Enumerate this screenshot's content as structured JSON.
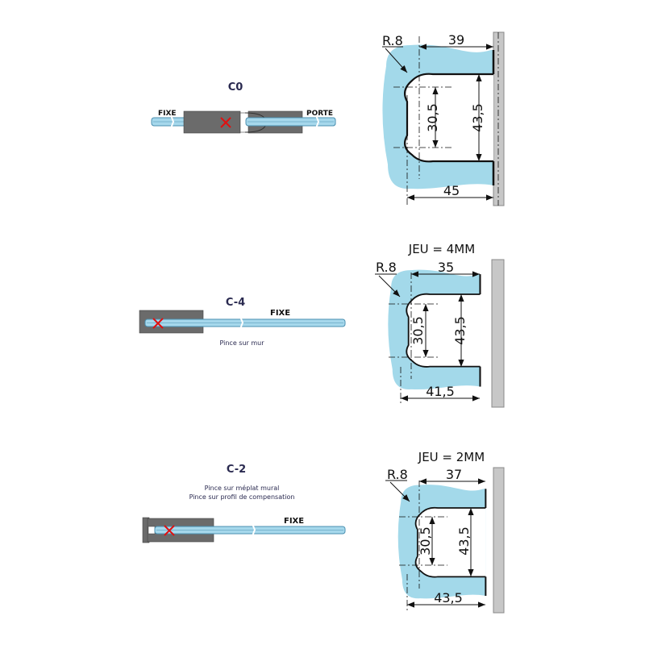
{
  "sections": [
    {
      "title": "C0",
      "left_label": "FIXE",
      "right_label": "PORTE",
      "profile": {
        "radius": "R.8",
        "top_dim": "39",
        "bottom_dim": "45",
        "inner_dim": "30,5",
        "outer_dim": "43,5"
      }
    },
    {
      "title": "C-4",
      "label": "FIXE",
      "caption": "Pince sur mur",
      "profile": {
        "gap": "JEU = 4MM",
        "radius": "R.8",
        "top_dim": "35",
        "bottom_dim": "41,5",
        "inner_dim": "30,5",
        "outer_dim": "43,5"
      }
    },
    {
      "title": "C-2",
      "label": "FIXE",
      "caption_1": "Pince sur méplat mural",
      "caption_2": "Pince sur profil de compensation",
      "profile": {
        "gap": "JEU = 2MM",
        "radius": "R.8",
        "top_dim": "37",
        "bottom_dim": "43,5",
        "inner_dim": "30,5",
        "outer_dim": "43,5"
      }
    }
  ],
  "colors": {
    "glass": "#a6d8ec",
    "clamp": "#6b6b6b",
    "profile": "#a3d9ea",
    "wall": "#c7c7c7",
    "marker": "#e01010"
  }
}
